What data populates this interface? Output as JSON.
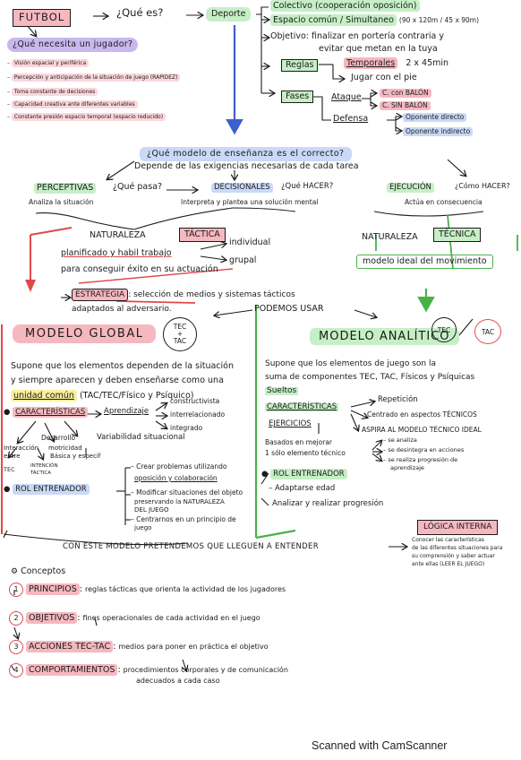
{
  "colors": {
    "ink": "#1b1b1b",
    "red": "#e0494a",
    "green": "#48b248",
    "blue": "#4b6fd6",
    "pink": "#f6b8bf",
    "pink_soft": "#fbd7db",
    "lilac": "#c9b8ef",
    "lilac_soft": "#e3d8f7",
    "mint": "#c6efc6",
    "sky": "#c9d9f7",
    "yellow": "#f9ef9c"
  },
  "top": {
    "futbol": "FUTBOL",
    "que_es": "¿Qué es?",
    "deporte": "Deporte",
    "colectivo": "Colectivo (cooperación oposición)",
    "espacio": "Espacio común / Simultaneo",
    "espacio_dims": "(90 x 120m / 45 x 90m)",
    "objetivo": "Objetivo: finalizar en portería contraria y",
    "objetivo2": "evitar que metan en la tuya",
    "reglas": "Reglas",
    "temporales": "Temporales",
    "temporales_val": "2 x 45min",
    "jugar_pie": "Jugar con el pie",
    "fases": "Fases",
    "ataque": "Ataque",
    "con_balon": "C. con BALÓN",
    "sin_balon": "C. SIN BALÓN",
    "defensa": "Defensa",
    "op_directo": "Oponente directo",
    "op_indirecto": "Oponente indirecto"
  },
  "necesita": {
    "title": "¿Qué necesita un jugador?",
    "items": [
      "Visión espacial y periférica",
      "Percepción y anticipación de la situación de juego (RAPIDEZ)",
      "Toma constante de decisiones",
      "Capacidad creativa ante diferentes variables",
      "Constante presión espacio temporal (espacio reducido)"
    ]
  },
  "pregunta": {
    "title": "¿Qué modelo de enseñanza es el correcto?",
    "sub": "Depende de las exigencias necesarias de cada tarea",
    "perceptivas": "PERCEPTIVAS",
    "que_pasa": "¿Qué pasa?",
    "analiza": "Analiza la situación",
    "decisionales": "DECISIONALES",
    "que_hacer": "¿Qué HACER?",
    "interpreta": "Interpreta y plantea una solución mental",
    "ejecucion": "EJECUCIÓN",
    "como_hacer": "¿Cómo HACER?",
    "actua": "Actúa en consecuencia"
  },
  "naturaleza": {
    "tactica_label": "NATURALEZA",
    "tactica": "TÁCTICA",
    "tecnica_label": "NATURALEZA",
    "tecnica": "TÉCNICA",
    "individual": "individual",
    "grupal": "grupal",
    "planificado": "planificado y habil trabajo",
    "conseguir": "para conseguir éxito en su actuación",
    "estrategia": "ESTRATEGIA",
    "estrategia_desc": ": selección de medios y sistemas tácticos",
    "adaptados": "adaptados al adversario.",
    "modelo_ideal": "modelo ideal del movimiento",
    "podemos": "PODEMOS USAR"
  },
  "global": {
    "title": "MODELO GLOBAL",
    "badge_1": "TEC",
    "badge_plus": "+",
    "badge_2": "TAC",
    "p1": "Supone que los elementos dependen de la situación",
    "p2": "y siempre aparecen y deben enseñarse como una",
    "unidad": "unidad común",
    "unidad_rest": "(TAC/TEC/Físico y Psíquico)",
    "caracteristicas": "CARACTERÍSTICAS",
    "aprendizaje": "Aprendizaje",
    "constructivista": "constructivista",
    "interrelacionado": "interrelacionado",
    "integrado": "integrado",
    "desarrollo": "Desarrollo",
    "interaccion": "Interacción",
    "entre": "entre",
    "motricidad": "motricidad",
    "basica": "Básica y específ",
    "variabilidad": "Variabilidad situacional",
    "tec": "TEC",
    "intencion": "INTENCIÓN",
    "tactica": "TÁCTICA",
    "rol": "ROL ENTRENADOR",
    "rol_items": [
      "Crear problemas utilizando",
      "oposición y colaboración",
      "Modificar situaciones del objeto",
      "preservando la NATURALEZA",
      "DEL JUEGO",
      "Centrarnos en un principio de",
      "juego"
    ]
  },
  "analitico": {
    "title": "MODELO ANALÍTICO",
    "badge_1": "TEC",
    "badge_2": "TAC",
    "p1": "Supone que los elementos de juego son la",
    "p2": "suma de componentes TEC, TAC, Físicos y Psíquicas",
    "sueltos": "Sueltos",
    "caracteristicas": "CARACTERÍSTICAS",
    "ejercicios": "EJERCICIOS",
    "repeticion": "Repetición",
    "centrado": "Centrado en aspectos TÉCNICOS",
    "aspira": "ASPIRA AL MODELO TÉCNICO IDEAL",
    "basados": "Basados en mejorar",
    "solo": "1 sólo elemento técnico",
    "se_analiza": "se analiza",
    "se_desintegra": "se desintegra en acciones",
    "se_realiza": "se realiza progresión de",
    "aprendizaje": "aprendizaje",
    "rol": "ROL ENTRENADOR",
    "adaptarse": "Adaptarse edad",
    "analizar": "Analizar y realizar progresión"
  },
  "logica": {
    "title": "LÓGICA INTERNA",
    "desc": [
      "Conocer las características",
      "de las diferentes situaciones para",
      "su comprensión y saber actuar",
      "ante ellas (LEER EL JUEGO)"
    ]
  },
  "conclusion": "CON ESTE MODELO PRETENDEMOS QUE LLEGUEN A ENTENDER",
  "conceptos": {
    "title": "Conceptos",
    "items": [
      {
        "num": "1",
        "name": "PRINCIPIOS",
        "desc": "reglas tácticas que orienta la actividad de los jugadores"
      },
      {
        "num": "2",
        "name": "OBJETIVOS",
        "desc": "fines operacionales de cada actividad en el juego"
      },
      {
        "num": "3",
        "name": "ACCIONES TEC-TAC",
        "desc": "medios para poner en práctica el objetivo"
      },
      {
        "num": "4",
        "name": "COMPORTAMIENTOS",
        "desc": "procedimientos corporales y de comunicación",
        "desc2": "adecuados a cada caso"
      }
    ]
  },
  "footer": "Scanned with CamScanner"
}
